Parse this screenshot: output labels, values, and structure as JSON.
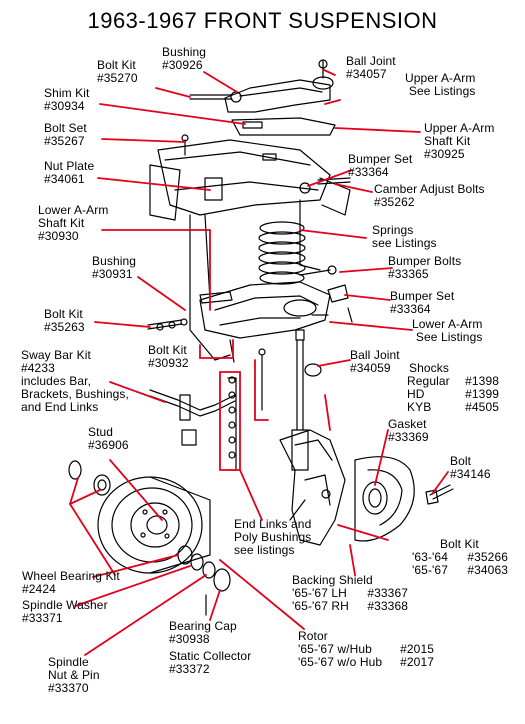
{
  "title": "1963-1967 FRONT SUSPENSION",
  "colors": {
    "callout_line": "#e3001b",
    "ink": "#000000",
    "background": "#ffffff"
  },
  "labels": {
    "bolt_kit_35270": [
      "Bolt Kit",
      "#35270"
    ],
    "bushing_30926": [
      "Bushing",
      "#30926"
    ],
    "ball_joint_34057": [
      "Ball Joint",
      "#34057"
    ],
    "upper_a_arm": [
      "Upper A-Arm",
      "See Listings"
    ],
    "shim_kit_30934": [
      "Shim Kit",
      "#30934"
    ],
    "bolt_set_35267": [
      "Bolt Set",
      "#35267"
    ],
    "upper_a_arm_shaft_kit": [
      "Upper A-Arm",
      "Shaft Kit",
      "#30925"
    ],
    "nut_plate_34061": [
      "Nut Plate",
      "#34061"
    ],
    "bumper_set_33364_top": [
      "Bumper Set",
      "#33364"
    ],
    "camber_adjust_bolts": [
      "Camber Adjust Bolts",
      "#35262"
    ],
    "lower_a_arm_shaft_kit": [
      "Lower A-Arm",
      "Shaft Kit",
      "#30930"
    ],
    "springs": [
      "Springs",
      "see Listings"
    ],
    "bushing_30931": [
      "Bushing",
      "#30931"
    ],
    "bumper_bolts_33365": [
      "Bumper Bolts",
      "#33365"
    ],
    "bumper_set_33364_lower": [
      "Bumper Set",
      "#33364"
    ],
    "bolt_kit_35263": [
      "Bolt Kit",
      "#35263"
    ],
    "lower_a_arm": [
      "Lower A-Arm",
      "See Listings"
    ],
    "sway_bar_kit": [
      "Sway Bar Kit",
      "#4233",
      "includes Bar,",
      "Brackets, Bushings,",
      "and End Links"
    ],
    "bolt_kit_30932": [
      "Bolt Kit",
      "#30932"
    ],
    "ball_joint_34059": [
      "Ball Joint",
      "#34059"
    ],
    "shocks_title": "Shocks",
    "shocks": [
      {
        "name": "Regular",
        "part": "#1398"
      },
      {
        "name": "HD",
        "part": "#1399"
      },
      {
        "name": "KYB",
        "part": "#4505"
      }
    ],
    "stud_36906": [
      "Stud",
      "#36906"
    ],
    "gasket_33369": [
      "Gasket",
      "#33369"
    ],
    "bolt_34146": [
      "Bolt",
      "#34146"
    ],
    "end_links": [
      "End Links and",
      "Poly Bushings",
      "see listings"
    ],
    "bolt_kit_bottom_title": "Bolt Kit",
    "bolt_kit_bottom": [
      {
        "name": "'63-'64",
        "part": "#35266"
      },
      {
        "name": "'65-'67",
        "part": "#34063"
      }
    ],
    "wheel_bearing_kit": [
      "Wheel Bearing Kit",
      "#2424"
    ],
    "backing_shield_title": "Backing Shield",
    "backing_shield": [
      {
        "name": "'65-'67 LH",
        "part": "#33367"
      },
      {
        "name": "'65-'67 RH",
        "part": "#33368"
      }
    ],
    "spindle_washer": [
      "Spindle Washer",
      "#33371"
    ],
    "bearing_cap": [
      "Bearing Cap",
      "#30938"
    ],
    "static_collector": [
      "Static Collector",
      "#33372"
    ],
    "rotor_title": "Rotor",
    "rotor": [
      {
        "name": "'65-'67 w/Hub",
        "part": "#2015"
      },
      {
        "name": "'65-'67 w/o Hub",
        "part": "#2017"
      }
    ],
    "spindle_nut": [
      "Spindle",
      "Nut & Pin",
      "#33370"
    ]
  }
}
